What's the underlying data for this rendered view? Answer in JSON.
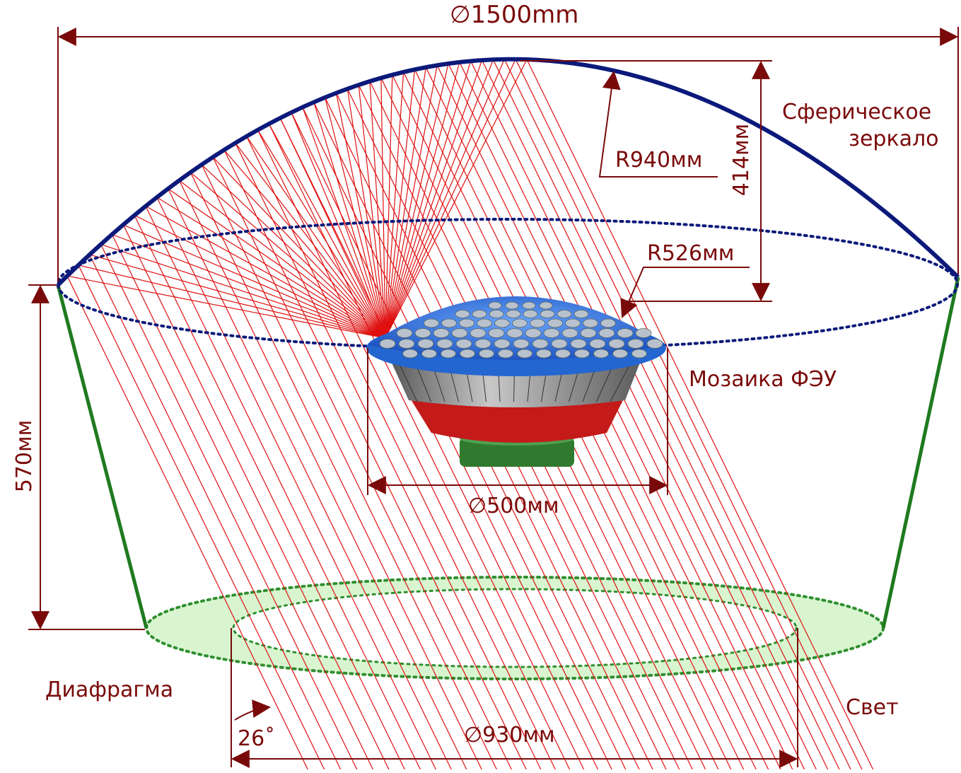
{
  "labels": {
    "top_diameter": "∅1500mm",
    "mirror_line1": "Сферическое",
    "mirror_line2": "зеркало",
    "mirror_radius": "R940мм",
    "mirror_height": "414мм",
    "mosaic_radius": "R526мм",
    "mosaic": "Мозаика ФЭУ",
    "mosaic_diameter": "∅500мм",
    "side_height": "570мм",
    "diaphragm": "Диафрагма",
    "light": "Свет",
    "angle": "26˚",
    "bottom_diameter": "∅930мм"
  },
  "colors": {
    "dimension": "#7a0a0a",
    "mirror": "#0b1a7a",
    "side_wall": "#1f7a1f",
    "diaphragm_fill": "#d8f5d0",
    "diaphragm_edge": "#2f8f2f",
    "rays": "#e01010",
    "mosaic_top": "#2a6fd6",
    "pmt_body": "#8a8a8a",
    "pmt_base": "#c41a1a",
    "mount": "#2f7a2f"
  },
  "angle_deg": 26
}
